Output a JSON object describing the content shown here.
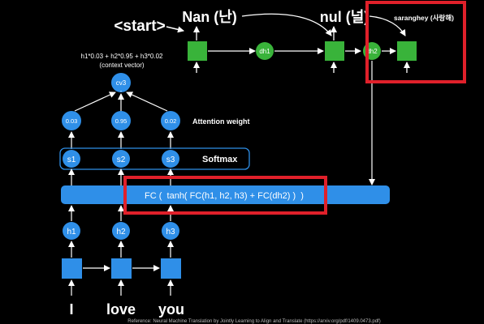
{
  "decoder": {
    "start_token": "<start>",
    "word1": "Nan (난)",
    "word2": "nul (널)",
    "word3": "saranghey (사랑해)",
    "dh1": "dh1",
    "dh2": "dh2"
  },
  "context": {
    "formula": "h1*0.03 + h2*0.95 + h3*0.02",
    "label": "(context vector)",
    "node": "cv3"
  },
  "attention": {
    "label": "Attention weight",
    "weights": [
      "0.03",
      "0.95",
      "0.02"
    ]
  },
  "softmax": {
    "label": "Softmax",
    "scores": [
      "s1",
      "s2",
      "s3"
    ]
  },
  "fc": {
    "formula": "FC (  tanh( FC(h1, h2, h3) + FC(dh2) )  )"
  },
  "encoder": {
    "hidden": [
      "h1",
      "h2",
      "h3"
    ],
    "inputs": [
      "I",
      "love",
      "you"
    ]
  },
  "footer": {
    "reference": "Reference: Neural Machine Translation by Jointly Learning to Align and Translate (https://arxiv.org/pdf/1409.0473.pdf)"
  },
  "colors": {
    "green": "#39b33a",
    "blue": "#2f8fe8",
    "highlight": "#e0202a",
    "background": "#000000"
  }
}
